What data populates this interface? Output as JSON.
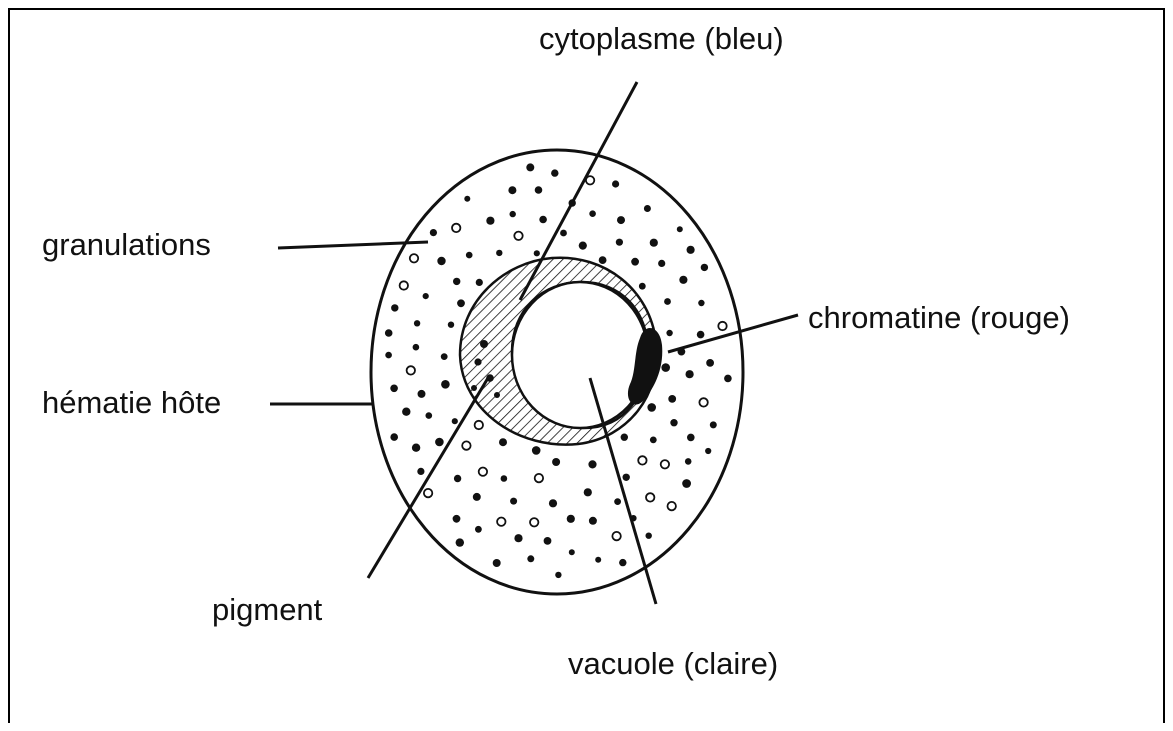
{
  "labels": {
    "cytoplasme": "cytoplasme (bleu)",
    "granulations": "granulations",
    "chromatine": "chromatine (rouge)",
    "hematie": "hématie hôte",
    "pigment": "pigment",
    "vacuole": "vacuole (claire)"
  },
  "colors": {
    "ink": "#111111",
    "background": "#ffffff"
  }
}
